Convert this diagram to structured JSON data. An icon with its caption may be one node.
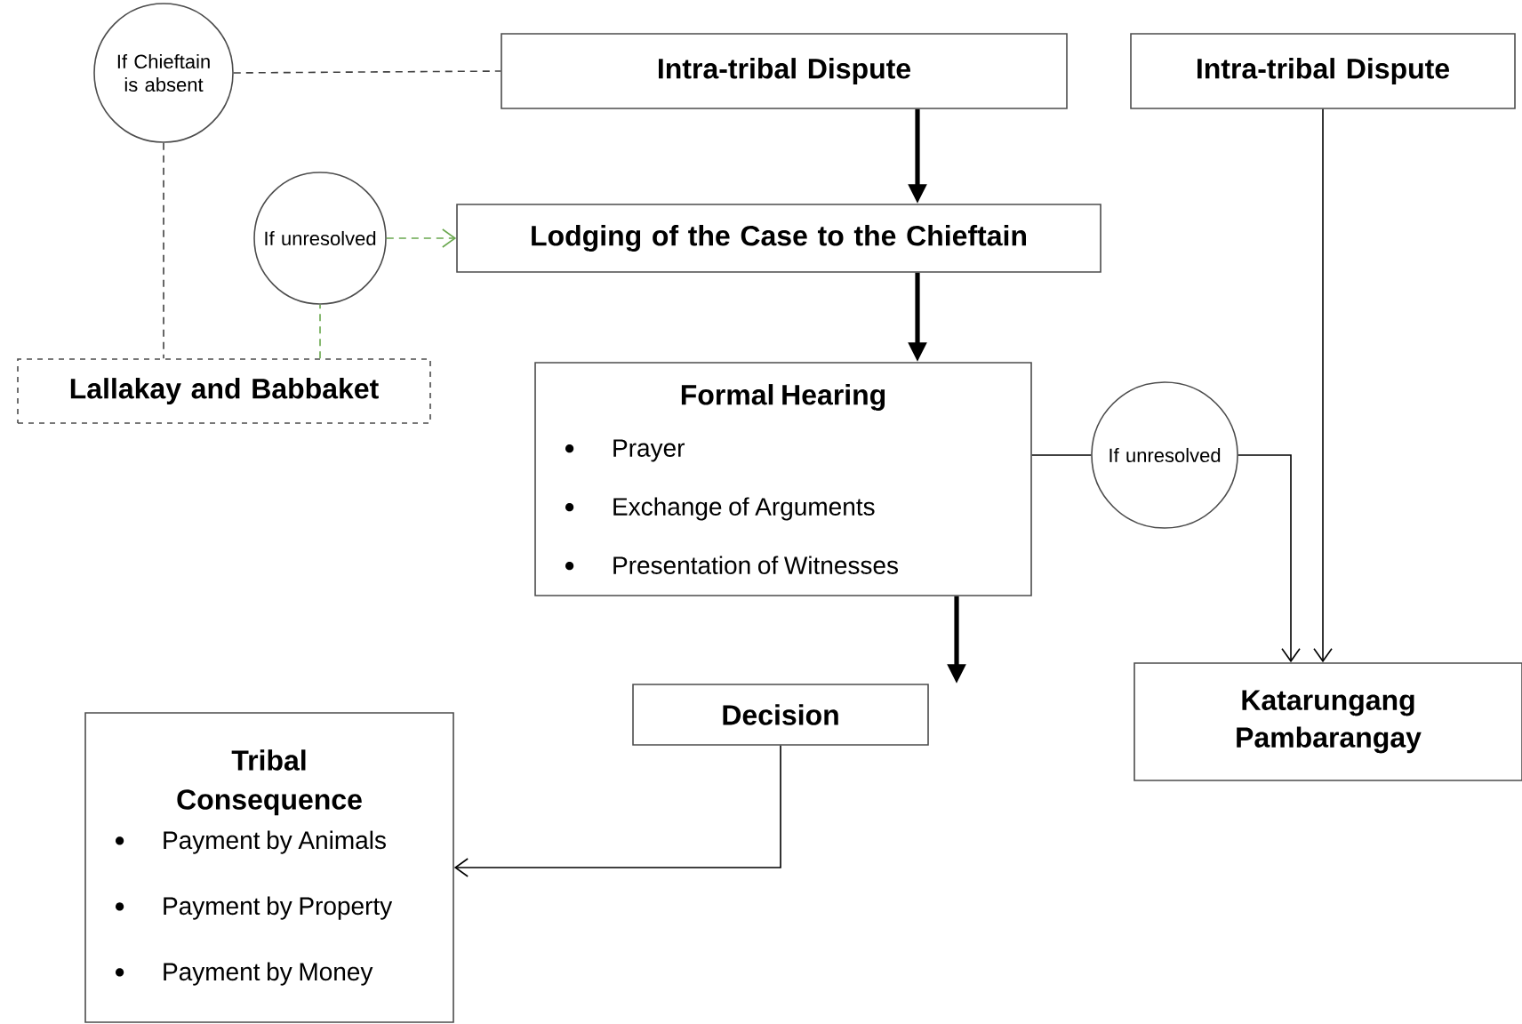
{
  "diagram": {
    "nodes": [
      {
        "text": [
          "Intra-tribal Dispute"
        ]
      },
      {
        "text": [
          "If Chieftain is absent"
        ]
      },
      {
        "text": [
          "Lodging of the Case to the Chieftain"
        ]
      },
      {
        "text": [
          "If unresolved"
        ]
      },
      {
        "text": [
          "Lallakay and Babbaket"
        ]
      },
      {
        "text": [
          "Formal Hearing",
          "Prayer",
          "Exchange of Arguments",
          "Presentation of Witnesses"
        ]
      },
      {
        "text": [
          "If unresolved"
        ]
      },
      {
        "text": [
          "Intra-tribal Dispute"
        ]
      },
      {
        "text": [
          "Decision"
        ]
      },
      {
        "text": [
          "Katarungang Pambarangay"
        ]
      },
      {
        "text": [
          "Tribal Consequence",
          "Payment by Animals",
          "Payment by Property",
          "Payment by Money"
        ]
      }
    ],
    "edges": [
      {
        "from": 1,
        "to": 0,
        "arrow": "none",
        "style": "dashed"
      },
      {
        "from": 1,
        "to": 4,
        "arrow": "none",
        "style": "dashed"
      },
      {
        "from": 0,
        "to": 2,
        "arrow": "to",
        "style": "thick"
      },
      {
        "from": 4,
        "to": 3,
        "arrow": "none",
        "style": "dashed",
        "color": "#6aa84f"
      },
      {
        "from": 3,
        "to": 2,
        "arrow": "to",
        "style": "dashed",
        "color": "#6aa84f"
      },
      {
        "from": 2,
        "to": 5,
        "arrow": "to",
        "style": "thick"
      },
      {
        "from": 5,
        "to": 6,
        "arrow": "none"
      },
      {
        "from": 6,
        "to": 9,
        "arrow": "to"
      },
      {
        "from": 7,
        "to": 9,
        "arrow": "to"
      },
      {
        "from": 5,
        "to": 8,
        "arrow": "to",
        "style": "thick"
      },
      {
        "from": 8,
        "to": 10,
        "arrow": "to"
      }
    ]
  }
}
